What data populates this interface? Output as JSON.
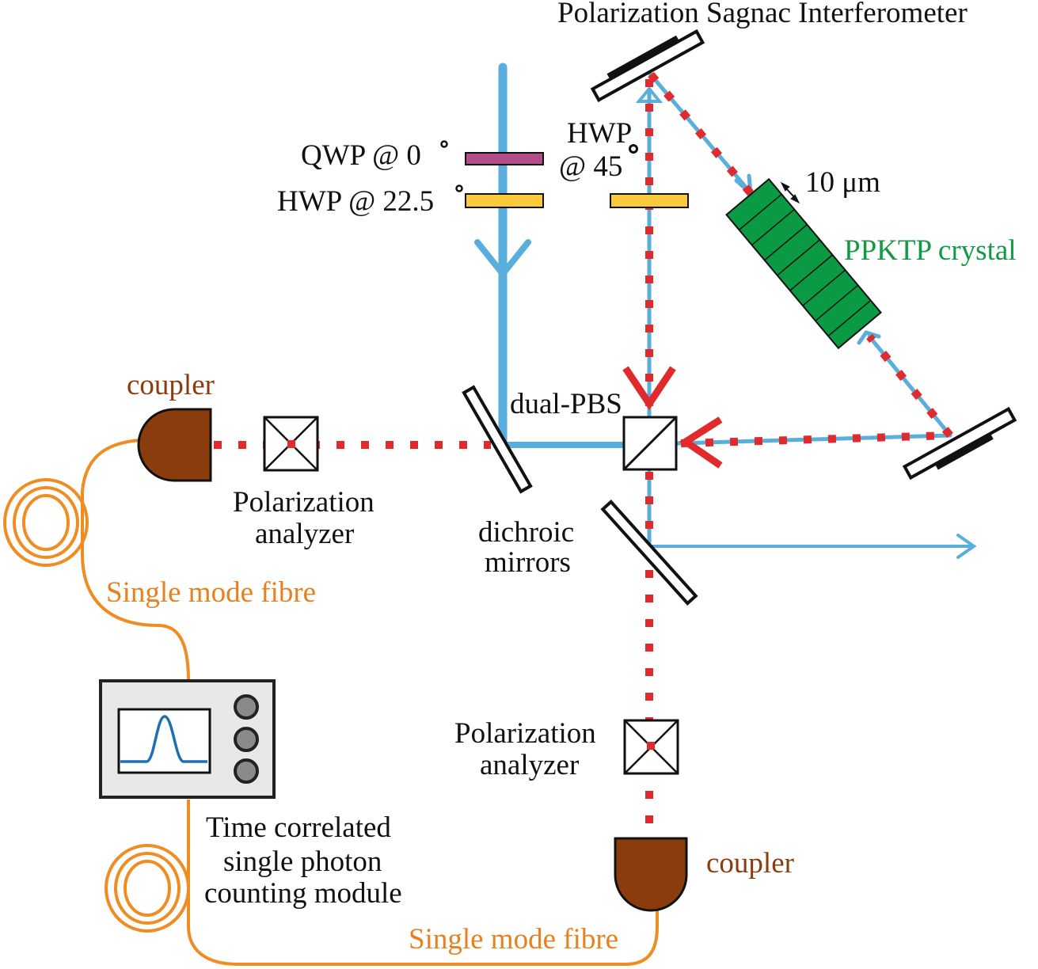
{
  "labels": {
    "title": "Polarization Sagnac Interferometer",
    "qwp": "QWP @ 0",
    "hwp_22": "HWP @ 22.5",
    "hwp_45_line1": "HWP",
    "hwp_45_line2": "@ 45",
    "thickness": "10 μm",
    "crystal": "PPKTP crystal",
    "coupler_left": "coupler",
    "dual_pbs": "dual-PBS",
    "analyzer_left_line1": "Polarization",
    "analyzer_left_line2": "analyzer",
    "dichroic_line1": "dichroic",
    "dichroic_line2": "mirrors",
    "fibre_top": "Single mode fibre",
    "analyzer_bottom_line1": "Polarization",
    "analyzer_bottom_line2": "analyzer",
    "tcspc_line1": "Time correlated",
    "tcspc_line2": "single photon",
    "tcspc_line3": "counting module",
    "coupler_bottom": "coupler",
    "fibre_bottom": "Single mode fibre"
  },
  "colors": {
    "pump_beam": "#5aaedc",
    "photon_path": "#e02a2e",
    "crystal": "#0a9a44",
    "qwp": "#b24d89",
    "hwp": "#fbc93c",
    "coupler": "#8a3c0d",
    "fibre": "#ef8c22",
    "monitor_trace": "#1f6fb5",
    "crystal_label": "#119944",
    "coupler_label": "#8b3c0c",
    "fibre_label": "#e8801e"
  }
}
